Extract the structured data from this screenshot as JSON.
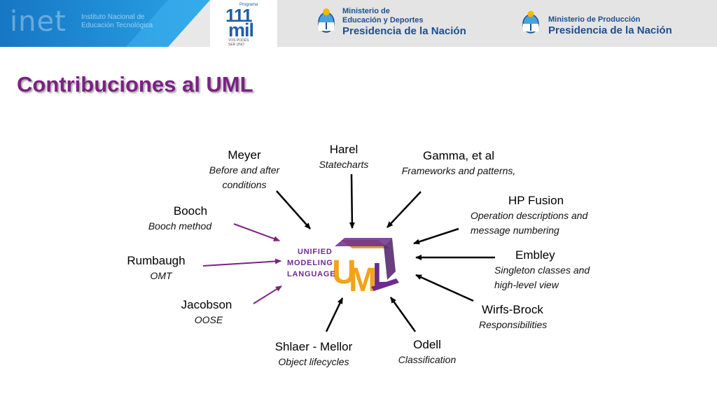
{
  "header": {
    "inet_name": "inet",
    "inet_subtitle_1": "Instituto Nacional de",
    "inet_subtitle_2": "Educación Tecnológica",
    "program_label": "Programa",
    "program_number": "111",
    "program_word": "mil",
    "program_tagline_1": "VOS PODÉS",
    "program_tagline_2": "SER UNO",
    "ministry_1_line1": "Ministerio de",
    "ministry_1_line2": "Educación y Deportes",
    "ministry_1_line3": "Presidencia de la Nación",
    "ministry_2_line1": "Ministerio de Producción",
    "ministry_2_line2": "Presidencia de la Nación"
  },
  "slide": {
    "title": "Contribuciones al UML"
  },
  "uml_logo": {
    "line1": "UNIFIED",
    "line2": "MODELING",
    "line3": "LANGUAGE",
    "letters": "UML"
  },
  "contributors": {
    "meyer": {
      "name": "Meyer",
      "desc1": "Before and after",
      "desc2": "conditions"
    },
    "harel": {
      "name": "Harel",
      "desc1": "Statecharts"
    },
    "gamma": {
      "name": "Gamma, et al",
      "desc1": "Frameworks and patterns,"
    },
    "hpfusion": {
      "name": "HP Fusion",
      "desc1": "Operation descriptions and",
      "desc2": "message numbering"
    },
    "booch": {
      "name": "Booch",
      "desc1": "Booch method"
    },
    "rumbaugh": {
      "name": "Rumbaugh",
      "desc1": "OMT"
    },
    "embley": {
      "name": "Embley",
      "desc1": "Singleton classes and",
      "desc2": "high-level view"
    },
    "jacobson": {
      "name": "Jacobson",
      "desc1": "OOSE"
    },
    "wirfsbrock": {
      "name": "Wirfs-Brock",
      "desc1": "Responsibilities"
    },
    "shlaer": {
      "name": "Shlaer - Mellor",
      "desc1": "Object lifecycles"
    },
    "odell": {
      "name": "Odell",
      "desc1": "Classification"
    }
  },
  "colors": {
    "title": "#7b2283",
    "header_blue": "#1e8fd6",
    "arrow_black": "#000000",
    "arrow_purple": "#7b2283",
    "uml_yellow": "#f2a31b",
    "uml_purple": "#6e2a8f"
  }
}
